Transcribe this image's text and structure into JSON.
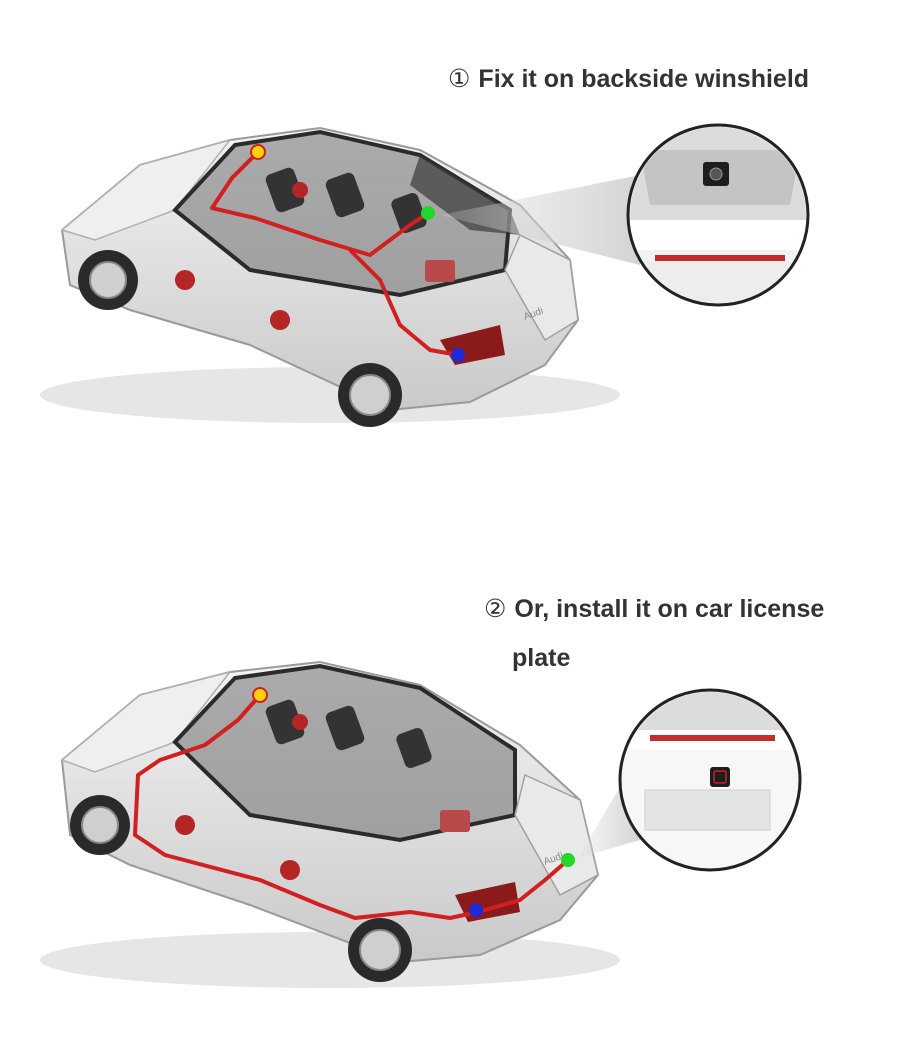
{
  "step1": {
    "number": "①",
    "text": "Fix it on backside winshield"
  },
  "step2": {
    "number": "②",
    "text_line1": "Or, install it on car license",
    "text_line2": "plate"
  },
  "car_badge": "Audi",
  "colors": {
    "cable": "#d21f1f",
    "marker_start": "#f5d20a",
    "marker_mid": "#23d62a",
    "marker_end": "#1d2bd6",
    "text": "#333333"
  }
}
